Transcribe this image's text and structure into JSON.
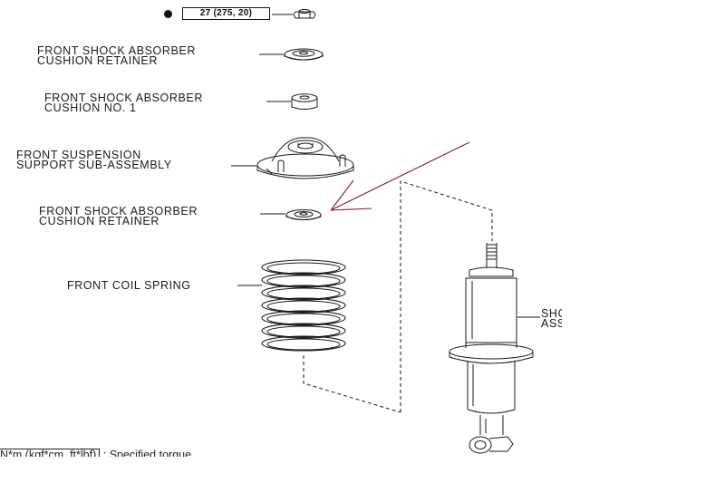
{
  "torque": {
    "value": "27 (275, 20)"
  },
  "labels": {
    "cushion_retainer_top_line1": "FRONT SHOCK ABSORBER",
    "cushion_retainer_top_line2": "CUSHION RETAINER",
    "cushion_no1_line1": "FRONT SHOCK ABSORBER",
    "cushion_no1_line2": "CUSHION NO. 1",
    "support_line1": "FRONT SUSPENSION",
    "support_line2": "SUPPORT SUB-ASSEMBLY",
    "cushion_retainer_bottom_line1": "FRONT SHOCK ABSORBER",
    "cushion_retainer_bottom_line2": "CUSHION RETAINER",
    "coil_spring": "FRONT COIL SPRING",
    "shock_line1": "SHO",
    "shock_line2": "ASS"
  },
  "legend": {
    "unit": "N*m (kgf*cm, ft*lbf)",
    "text": ": Specified torque"
  },
  "colors": {
    "line": "#1a1a1a",
    "arrow_annotation": "#8b1a1a"
  }
}
